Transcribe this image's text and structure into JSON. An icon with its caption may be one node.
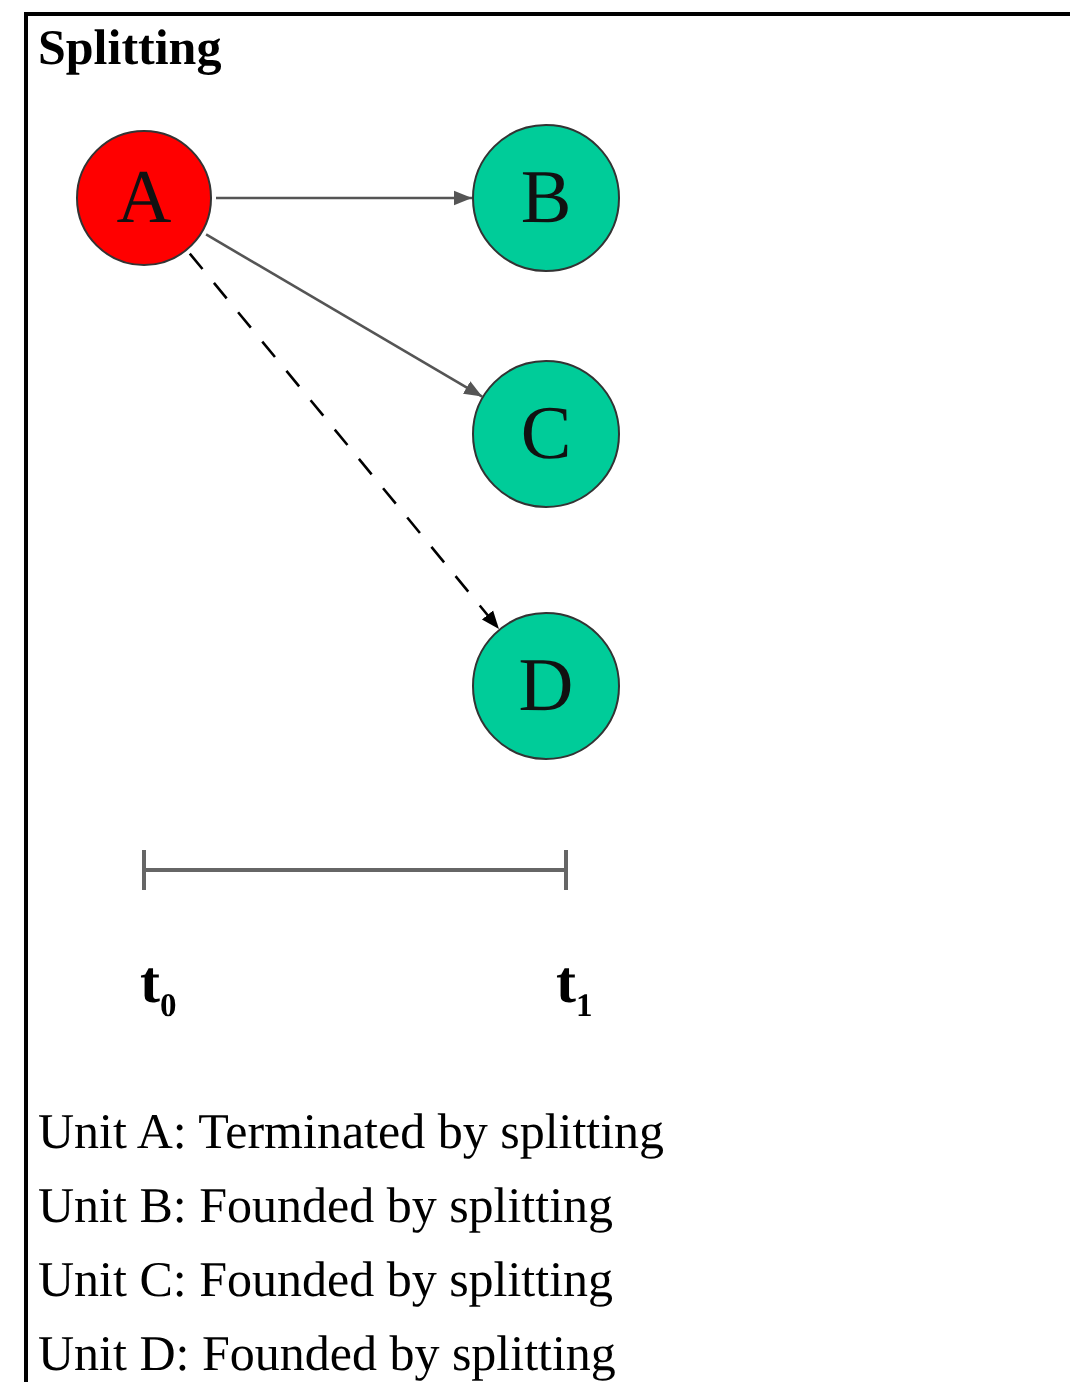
{
  "diagram": {
    "title": "Splitting",
    "nodes": [
      {
        "text": [
          "A"
        ]
      },
      {
        "text": [
          "B"
        ]
      },
      {
        "text": [
          "C"
        ]
      },
      {
        "text": [
          "D"
        ]
      }
    ],
    "edges": [
      {
        "from": 0,
        "to": 1,
        "arrow": "to"
      },
      {
        "from": 0,
        "to": 2,
        "arrow": "to"
      },
      {
        "from": 0,
        "to": 3,
        "arrow": "to",
        "style": "dashed",
        "color": "#000000"
      }
    ],
    "labels": [
      "t$_{0}$",
      "t$_{1}$",
      "Unit A: Terminated by splitting",
      "Unit B: Founded by splitting",
      "Unit C: Founded by splitting",
      "Unit D: Founded by splitting"
    ]
  }
}
